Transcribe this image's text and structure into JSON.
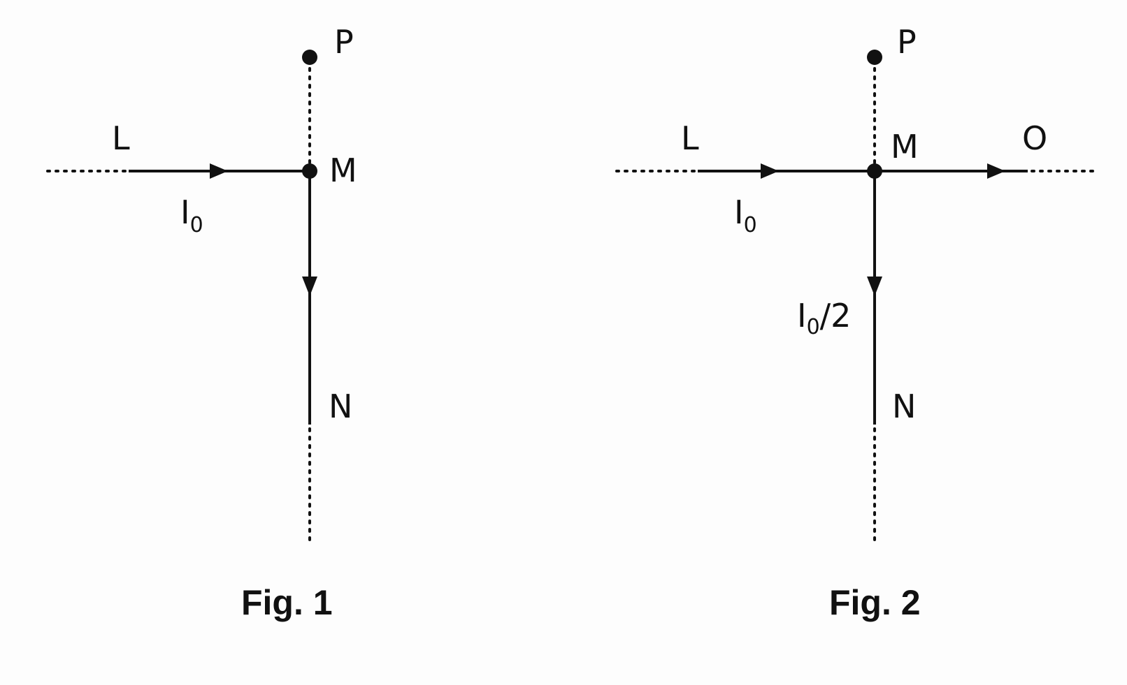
{
  "figures": [
    {
      "caption": "Fig. 1",
      "labels": {
        "P": "P",
        "L": "L",
        "M": "M",
        "N": "N"
      },
      "currents": [
        {
          "symbol": "I",
          "sub": "0",
          "suffix": ""
        }
      ]
    },
    {
      "caption": "Fig. 2",
      "labels": {
        "P": "P",
        "L": "L",
        "M": "M",
        "N": "N",
        "O": "O"
      },
      "currents": [
        {
          "symbol": "I",
          "sub": "0",
          "suffix": ""
        },
        {
          "symbol": "I",
          "sub": "0",
          "suffix": "/2"
        }
      ]
    }
  ],
  "colors": {
    "ink": "#111111",
    "background": "#fdfdfd"
  }
}
